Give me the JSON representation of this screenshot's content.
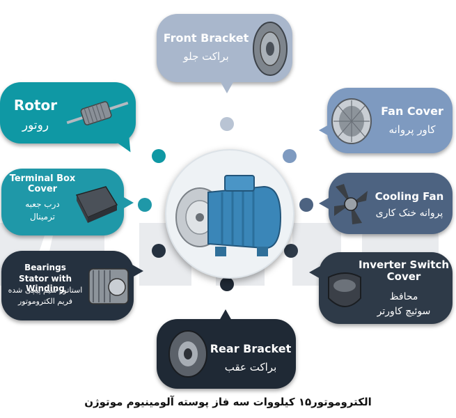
{
  "parts": [
    {
      "id": "front-bracket",
      "en": "Front Bracket",
      "fa": "براکت جلو",
      "color": "#a9b7cc"
    },
    {
      "id": "fan-cover",
      "en": "Fan Cover",
      "fa": "کاور پروانه",
      "color": "#7e9ac0"
    },
    {
      "id": "cooling-fan",
      "en": "Cooling Fan",
      "fa": "پروانه خنک کاری",
      "color": "#4d6381"
    },
    {
      "id": "inverter-switch-cover",
      "en": "Inverter Switch Cover",
      "fa1": "محافظ",
      "fa2": "سوئیچ کاورتر",
      "color": "#2e3a48"
    },
    {
      "id": "rear-bracket",
      "en": "Rear Bracket",
      "fa": "براکت عقب",
      "color": "#1f2935"
    },
    {
      "id": "bearings",
      "en1": "Bearings",
      "en2": "Stator with Winding",
      "fa1": "استاتور سیم پیچی شده",
      "fa2": "فریم الکتروموتور",
      "color": "#25313f"
    },
    {
      "id": "terminal-box-cover",
      "en": "Terminal Box Cover",
      "fa1": "درب جعبه",
      "fa2": "ترمینال",
      "color": "#1f98a8"
    },
    {
      "id": "rotor",
      "en": "Rotor",
      "fa": "روتور",
      "color": "#0f98a4"
    }
  ],
  "caption": "الکتروموتور۱۵ کیلووات سه فاز پوسته آلومینیوم موتوژن"
}
